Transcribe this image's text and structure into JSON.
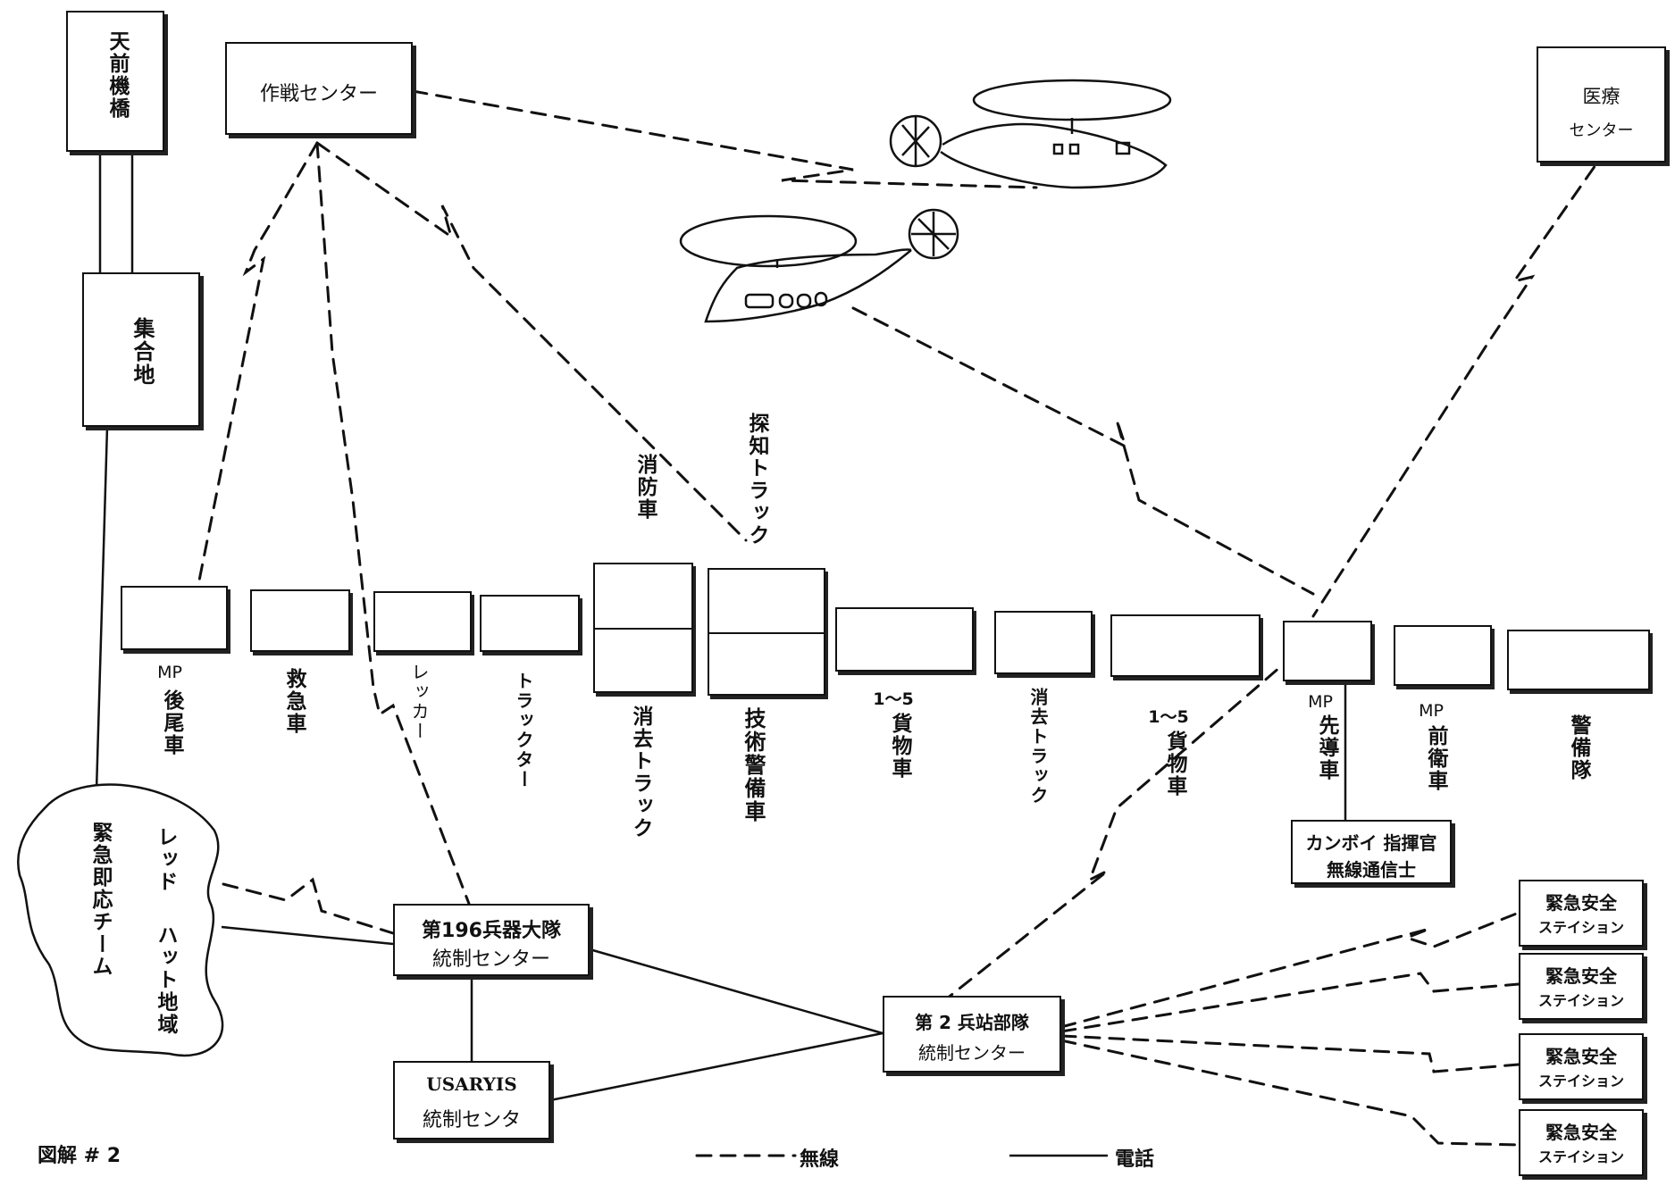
{
  "top": {
    "bridge": "天前機橋",
    "ops_center": "作戦センター",
    "med_center_1": "医療",
    "med_center_2": "センター",
    "assembly": "集合地"
  },
  "vehicles": {
    "mp_rear_1": "MP",
    "mp_rear_2": "後尾車",
    "ambulance": "救急車",
    "wrecker": "レッカー",
    "tractor": "トラックター",
    "fire_truck": "消防車",
    "decon_truck_1": "消去トラック",
    "detector_truck": "探知トラック",
    "tech_guard": "技術警備車",
    "cargo_1_num": "1〜5",
    "cargo_1_label": "貨物車",
    "decon_truck_2": "消去トラック",
    "cargo_2_num": "1〜5",
    "cargo_2_label": "貨物車",
    "mp_lead_1": "MP",
    "mp_lead_2": "先導車",
    "mp_front_1": "MP",
    "mp_front_2": "前衛車",
    "guard_unit": "警備隊"
  },
  "convoy_cmd": {
    "line1": "カンボイ 指揮官",
    "line2": "無線通信士"
  },
  "response": {
    "team": "緊急即応チーム",
    "zone_1": "レッド",
    "zone_2": "ハット地域"
  },
  "centers": {
    "bn196_1": "第196兵器大隊",
    "bn196_2": "統制センター",
    "usaryis_1": "USARYIS",
    "usaryis_2": "統制センタ",
    "log2_1": "第 2 兵站部隊",
    "log2_2": "統制センター"
  },
  "stations": [
    {
      "line1": "緊急安全",
      "line2": "ステイション"
    },
    {
      "line1": "緊急安全",
      "line2": "ステイション"
    },
    {
      "line1": "緊急安全",
      "line2": "ステイション"
    },
    {
      "line1": "緊急安全",
      "line2": "ステイション"
    }
  ],
  "legend": {
    "figure_label": "図解 # 2",
    "radio": "無線",
    "phone": "電話"
  }
}
